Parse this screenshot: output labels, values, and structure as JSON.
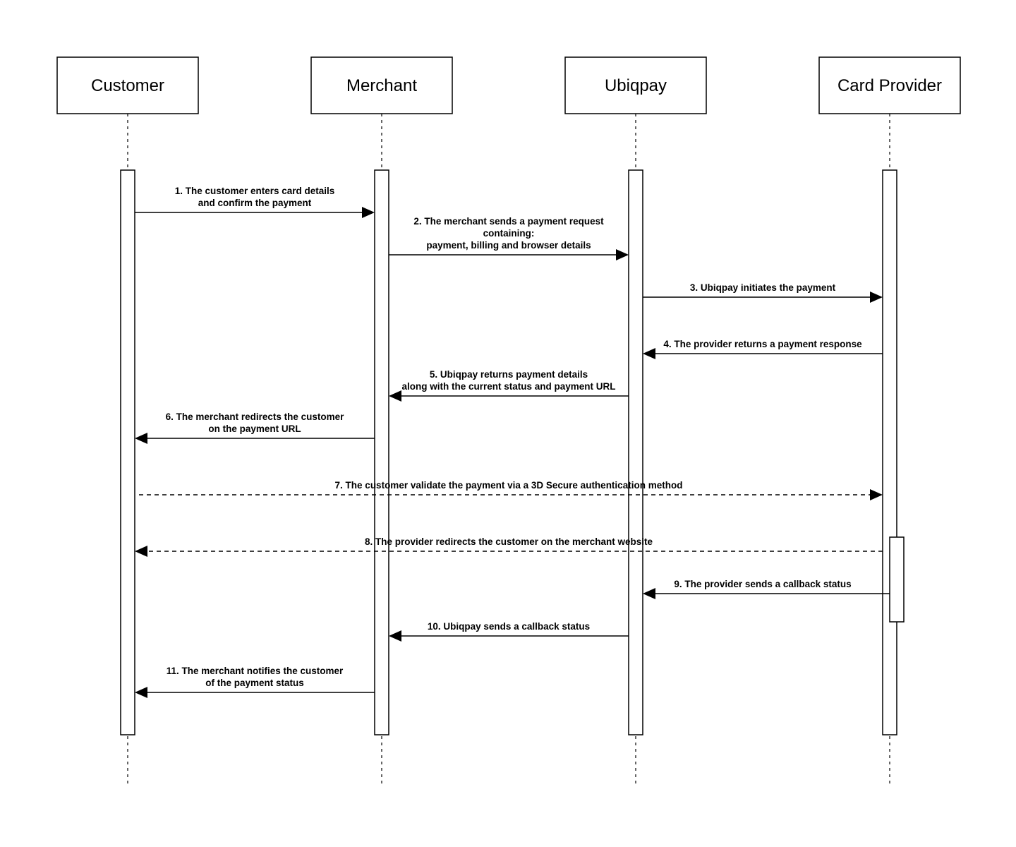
{
  "actors": [
    {
      "id": "customer",
      "label": "Customer"
    },
    {
      "id": "merchant",
      "label": "Merchant"
    },
    {
      "id": "ubiqpay",
      "label": "Ubiqpay"
    },
    {
      "id": "card_provider",
      "label": "Card Provider"
    }
  ],
  "messages": [
    {
      "from": "customer",
      "to": "merchant",
      "style": "solid",
      "lines": [
        "1. The customer enters card details",
        "and confirm the payment"
      ]
    },
    {
      "from": "merchant",
      "to": "ubiqpay",
      "style": "solid",
      "lines": [
        "2. The merchant sends a payment request",
        "containing:",
        "payment, billing and browser details"
      ]
    },
    {
      "from": "ubiqpay",
      "to": "card_provider",
      "style": "solid",
      "lines": [
        "3. Ubiqpay initiates the payment"
      ]
    },
    {
      "from": "card_provider",
      "to": "ubiqpay",
      "style": "solid",
      "lines": [
        "4. The provider returns a payment response"
      ]
    },
    {
      "from": "ubiqpay",
      "to": "merchant",
      "style": "solid",
      "lines": [
        "5. Ubiqpay returns payment details",
        "along with the current status and payment URL"
      ]
    },
    {
      "from": "merchant",
      "to": "customer",
      "style": "solid",
      "lines": [
        "6. The merchant redirects the customer",
        "on the payment URL"
      ]
    },
    {
      "from": "customer",
      "to": "card_provider",
      "style": "dashed",
      "lines": [
        "7. The customer validate the payment via a 3D Secure authentication method"
      ]
    },
    {
      "from": "card_provider",
      "to": "customer",
      "style": "dashed",
      "lines": [
        "8. The provider redirects the customer on the merchant website"
      ]
    },
    {
      "from": "card_provider",
      "to": "ubiqpay",
      "style": "solid",
      "lines": [
        "9. The provider sends a callback status"
      ]
    },
    {
      "from": "ubiqpay",
      "to": "merchant",
      "style": "solid",
      "lines": [
        "10. Ubiqpay sends a callback status"
      ]
    },
    {
      "from": "merchant",
      "to": "customer",
      "style": "solid",
      "lines": [
        "11. The merchant notifies the customer",
        "of the payment status"
      ]
    }
  ]
}
